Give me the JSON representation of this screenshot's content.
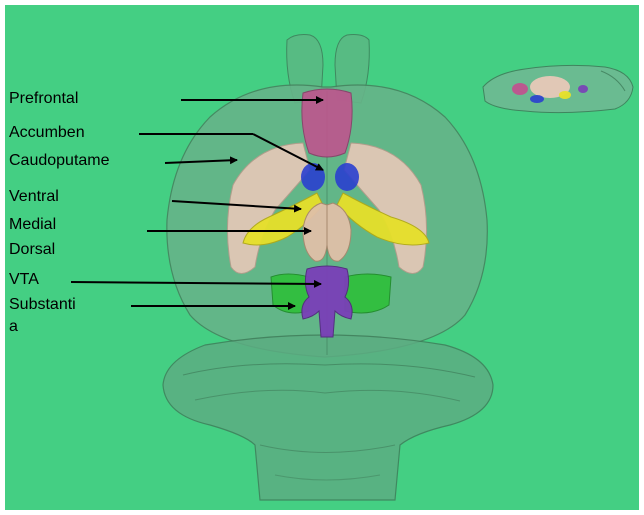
{
  "figure": {
    "background": "#44cf83",
    "labels": {
      "prefrontal": "Prefrontal",
      "accumbens": "Accumben",
      "caudoputamen": "Caudoputame",
      "ventral": "Ventral",
      "medial": "Medial",
      "dorsal": "Dorsal",
      "vta": "VTA",
      "substantia_1": "Substanti",
      "substantia_2": "a"
    },
    "region_colors": {
      "prefrontal": "#c44f8f",
      "accumbens": "#2a3fcf",
      "caudoputamen": "#e8c8b8",
      "ventral_pallidum": "#e6e02a",
      "medial_dorsal_thalamus": "#e0c0a8",
      "vta": "#7a3fb8",
      "substantia_nigra": "#2fbf3a"
    }
  }
}
